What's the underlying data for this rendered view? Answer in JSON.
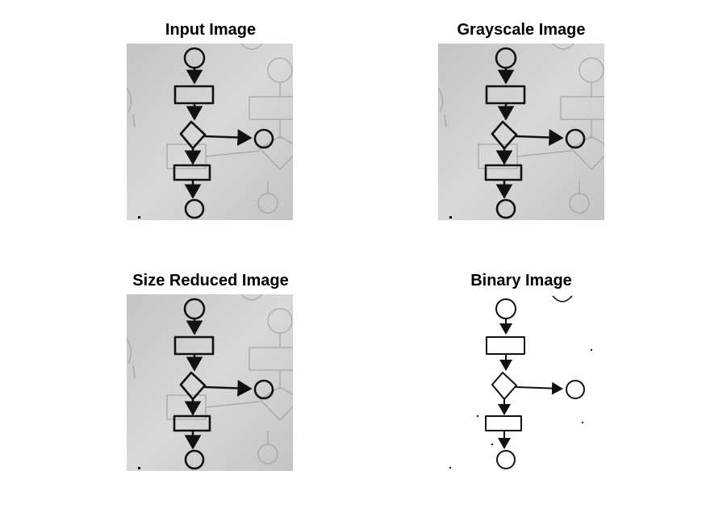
{
  "figure": {
    "panels": [
      {
        "title": "Input Image",
        "style": "photo"
      },
      {
        "title": "Grayscale Image",
        "style": "photo"
      },
      {
        "title": "Size Reduced Image",
        "style": "photo"
      },
      {
        "title": "Binary Image",
        "style": "binary"
      }
    ]
  },
  "colors": {
    "paper_light": "#d8d8d8",
    "paper_dark": "#c4c4c4",
    "ink": "#111111",
    "ghost": "#9a9a9a",
    "binary_bg": "#ffffff"
  }
}
